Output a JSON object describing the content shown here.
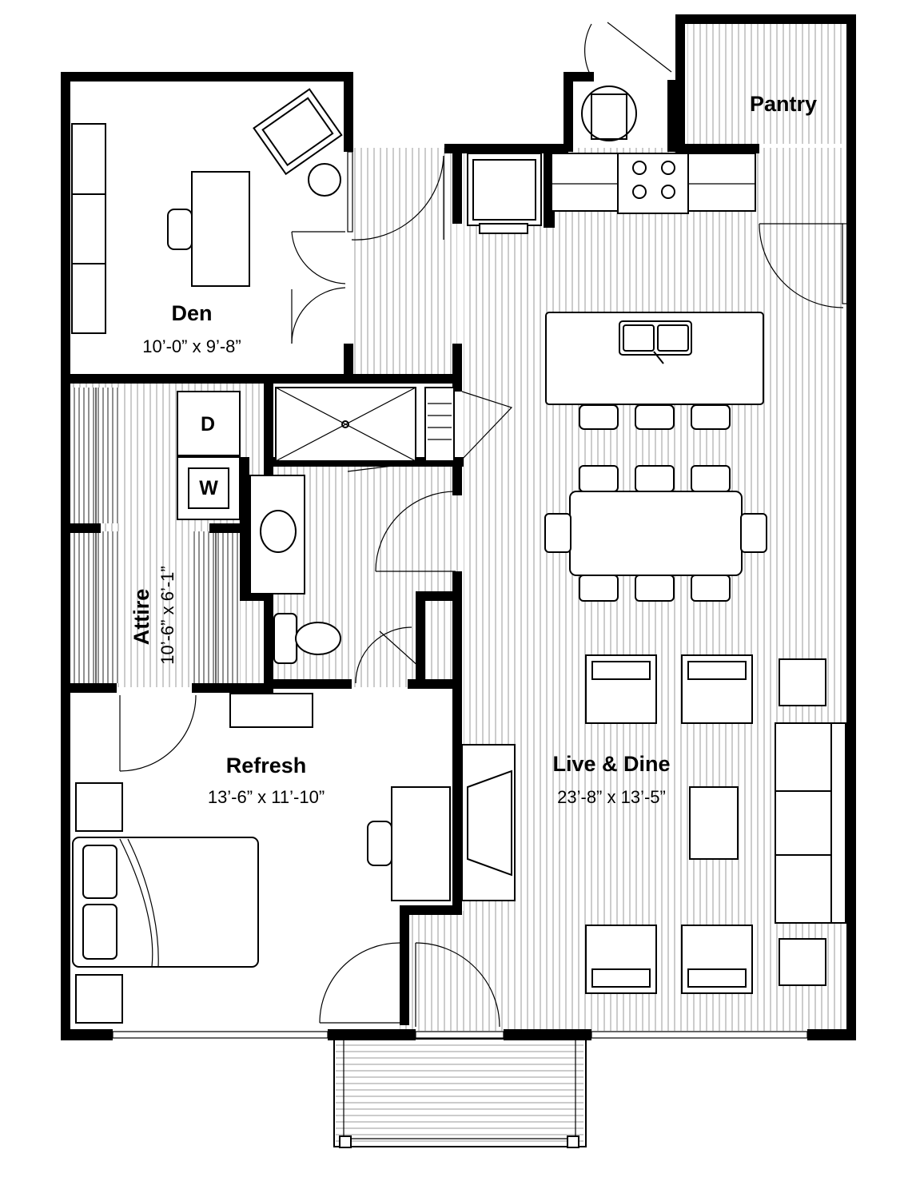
{
  "rooms": {
    "den": {
      "name": "Den",
      "dims": "10’-0” x 9’-8”"
    },
    "pantry": {
      "name": "Pantry"
    },
    "attire": {
      "name": "Attire",
      "dims": "10’-6” x 6’-1”"
    },
    "refresh": {
      "name": "Refresh",
      "dims": "13’-6” x 11’-10”"
    },
    "live_dine": {
      "name": "Live & Dine",
      "dims": "23’-8” x 13’-5”"
    }
  },
  "appliances": {
    "dryer": "D",
    "washer": "W"
  }
}
